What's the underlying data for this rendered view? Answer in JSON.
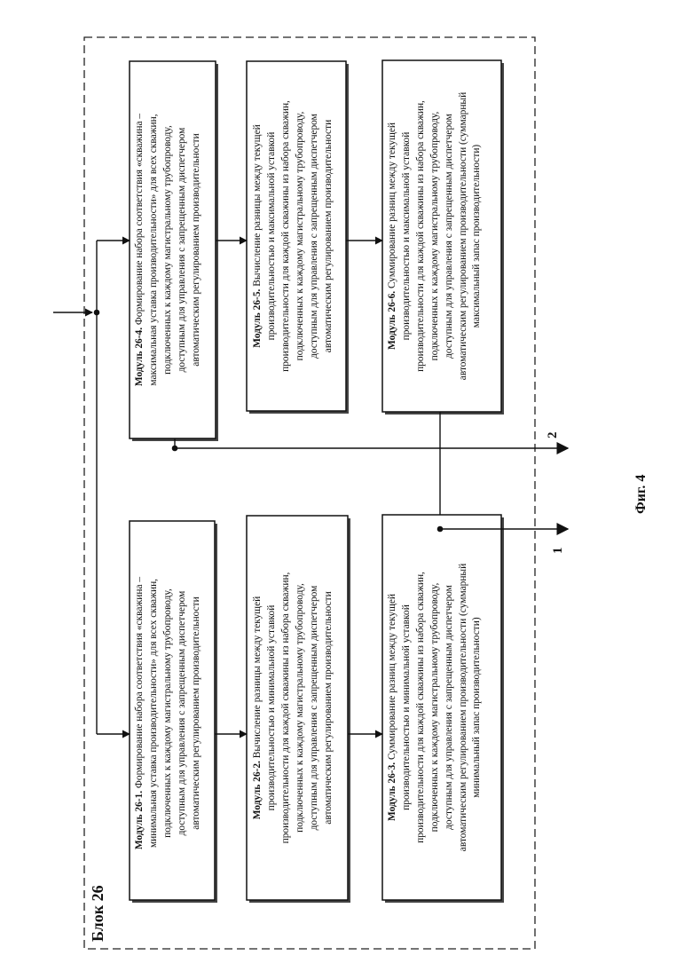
{
  "block_label": "Блок 26",
  "figure_caption": "Фиг. 4",
  "outputs": [
    "1",
    "2"
  ],
  "modules": [
    {
      "id": "26-1",
      "prefix": "Модуль 26-1.",
      "lines": [
        "Формирование набора соответствия «скважина –",
        "минимальная уставка производительности» для всех скважин,",
        "подключенных к каждому магистральному трубопроводу,",
        "доступным для управления с запрещенным диспетчером",
        "автоматическим регулированием производительности"
      ]
    },
    {
      "id": "26-2",
      "prefix": "Модуль 26-2.",
      "lines": [
        "Вычисление разницы между текущей",
        "производительностью и минимальной уставкой",
        "производительности для каждой скважины из набора скважин,",
        "подключенных к каждому магистральному трубопроводу,",
        "доступным для управления с запрещенным диспетчером",
        "автоматическим регулированием производительности"
      ]
    },
    {
      "id": "26-3",
      "prefix": "Модуль 26-3.",
      "lines": [
        "Суммирование  разниц между текущей",
        "производительностью и минимальной уставкой",
        "производительности для каждой скважины из набора скважин,",
        "подключенных к каждому магистральному трубопроводу,",
        "доступным для управления с запрещенным диспетчером",
        "автоматическим регулированием производительности (суммарный",
        "минимальный запас производительности)"
      ]
    },
    {
      "id": "26-4",
      "prefix": "Модуль 26-4.",
      "lines": [
        "Формирование набора соответствия «скважина –",
        "максимальная уставка производительности» для всех скважин,",
        "подключенных к каждому магистральному трубопроводу,",
        "доступным для управления с запрещенным диспетчером",
        "автоматическим регулированием производительности"
      ]
    },
    {
      "id": "26-5",
      "prefix": "Модуль 26-5.",
      "lines": [
        "Вычисление разницы между текущей",
        "производительностью и максимальной  уставкой",
        "производительности для каждой скважины из набора скважин,",
        "подключенных к каждому магистральному трубопроводу,",
        "доступным для управления с запрещенным диспетчером",
        "автоматическим регулированием производительности"
      ]
    },
    {
      "id": "26-6",
      "prefix": "Модуль 26-6.",
      "lines": [
        "Суммирование  разниц между текущей",
        "производительностью и максимальной  уставкой",
        "производительности для каждой скважины из набора скважин,",
        "подключенных к каждому магистральному трубопроводу,",
        "доступным для управления с запрещенным диспетчером",
        "автоматическим регулированием производительности (суммарный",
        "максимальный запас производительности)"
      ]
    }
  ]
}
